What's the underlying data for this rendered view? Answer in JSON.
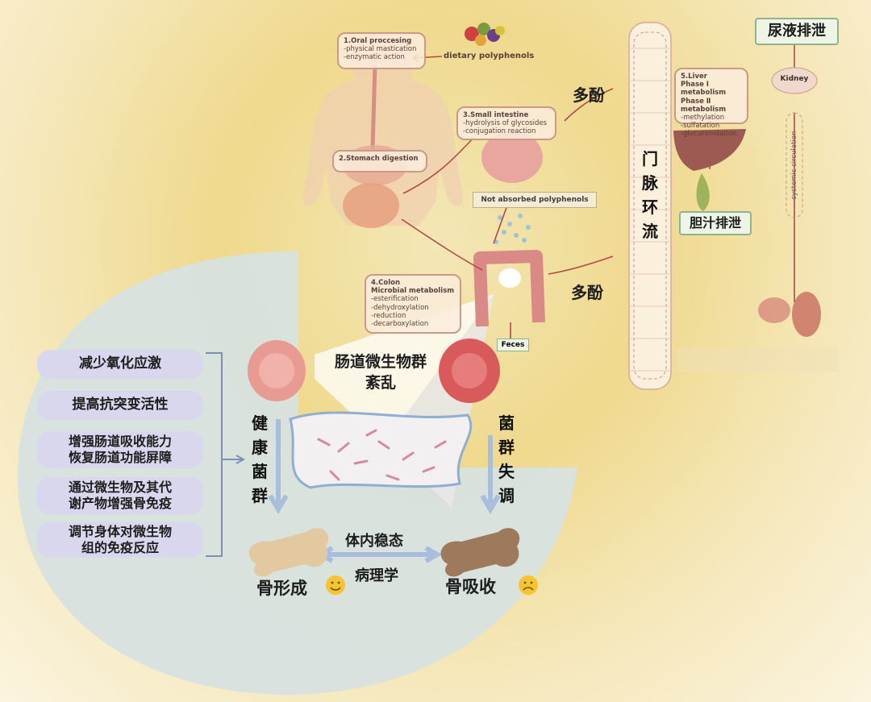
{
  "dietary": "dietary polyphenols",
  "oral": {
    "title": "1.Oral proccesing",
    "lines": [
      "-physical mastication",
      "-enzymatic action"
    ]
  },
  "stomach": {
    "title": "2.Stomach digestion"
  },
  "small_intestine": {
    "title": "3.Small intestine",
    "lines": [
      "-hydrolysis of glycosides",
      "-conjugation reaction"
    ]
  },
  "not_absorbed": "Not absorbed polyphenols",
  "colon": {
    "title": "4.Colon",
    "subtitle": "Microbial metabolism",
    "lines": [
      "-esterification",
      "-dehydroxylation",
      "-reduction",
      "-decarboxylation"
    ]
  },
  "feces": "Feces",
  "liver": {
    "title": "5.Liver",
    "lines_bold": [
      "Phase Ⅰ metabolism",
      "Phase Ⅱ metabolism"
    ],
    "lines": [
      "-methylation",
      "-sulfatation",
      "-glucuronidation"
    ]
  },
  "kidney": "Kidney",
  "systemic": "systemic circulation",
  "polyphenol_top": "多酚",
  "polyphenol_mid": "多酚",
  "portal": [
    "门",
    "脉",
    "环",
    "流"
  ],
  "urine": "尿液排泄",
  "bile": "胆汁排泄",
  "dysbiosis_title": [
    "肠道微生物群",
    "紊乱"
  ],
  "healthy": [
    "健",
    "康",
    "菌",
    "群"
  ],
  "imbalance": [
    "菌",
    "群",
    "失",
    "调"
  ],
  "homeostasis": "体内稳态",
  "pathology": "病理学",
  "bone_formation": "骨形成",
  "bone_resorption": "骨吸收",
  "benefits": [
    "减少氧化应激",
    "提高抗突变活性",
    "增强肠道吸收能力\n恢复肠道功能屏障",
    "通过微生物及其代\n谢产物增强骨免疫",
    "调节身体对微生物\n组的免疫反应"
  ],
  "colors": {
    "bg": "#efd98d",
    "panel": "#d9e3de",
    "pill": "#d9d7ee",
    "box_border": "#c99a88",
    "arrow": "#b04a4a",
    "tag_border": "#8fb38a"
  }
}
